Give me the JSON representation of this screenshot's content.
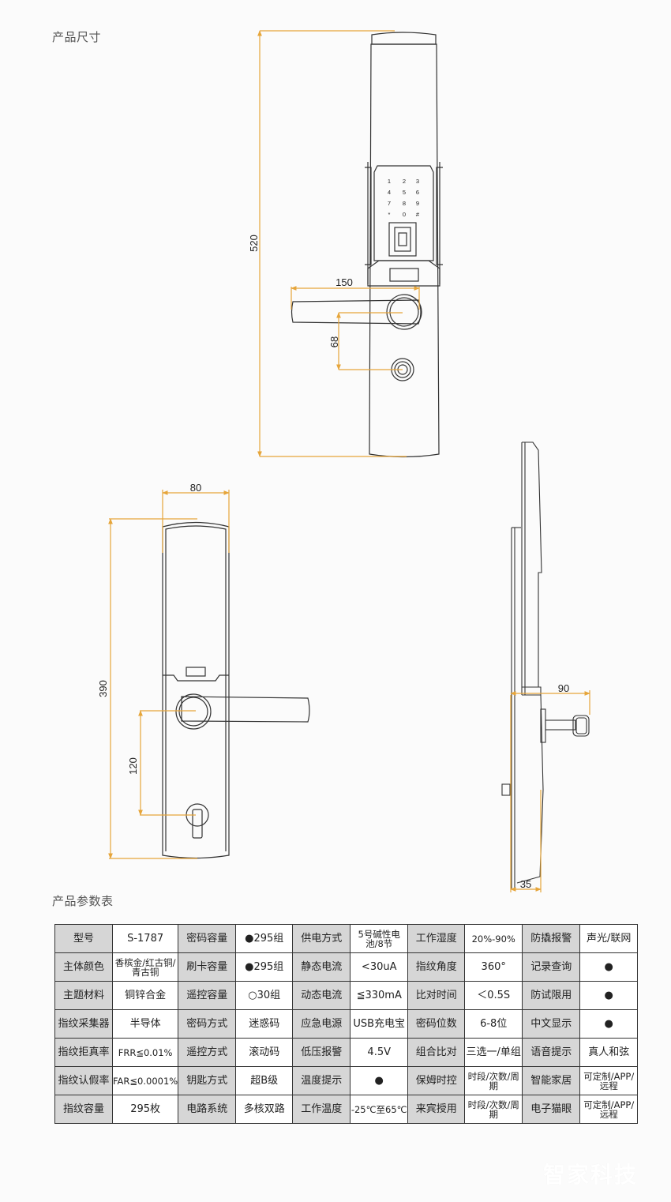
{
  "sections": {
    "dimensions_title": "产品尺寸",
    "params_title": "产品参数表"
  },
  "colors": {
    "dimension_line": "#e6a53a",
    "outline": "#333333",
    "label_cell_bg": "#d6d6d6",
    "value_cell_bg": "#ffffff"
  },
  "front_view": {
    "height_label": "520",
    "handle_length_label": "150",
    "handle_to_cylinder_label": "68",
    "keypad": [
      "1",
      "2",
      "3",
      "4",
      "5",
      "6",
      "7",
      "8",
      "9",
      "*",
      "0",
      "#"
    ]
  },
  "back_view": {
    "width_label": "80",
    "height_label": "390",
    "handle_to_knob_label": "120"
  },
  "side_view": {
    "depth_label": "90",
    "thickness_label": "35"
  },
  "params_table": {
    "rows": [
      [
        [
          "型号",
          "lbl"
        ],
        [
          "S-1787",
          "val"
        ],
        [
          "密码容量",
          "lbl"
        ],
        [
          "●295组",
          "val"
        ],
        [
          "供电方式",
          "lbl"
        ],
        [
          "5号碱性电池/8节",
          "val"
        ],
        [
          "工作湿度",
          "lbl"
        ],
        [
          "20%-90%",
          "val"
        ],
        [
          "防撬报警",
          "lbl"
        ],
        [
          "声光/联网",
          "val"
        ]
      ],
      [
        [
          "主体颜色",
          "lbl"
        ],
        [
          "香槟金/红古铜/青古铜",
          "val"
        ],
        [
          "刷卡容量",
          "lbl"
        ],
        [
          "●295组",
          "val"
        ],
        [
          "静态电流",
          "lbl"
        ],
        [
          "<30uA",
          "val"
        ],
        [
          "指纹角度",
          "lbl"
        ],
        [
          "360°",
          "val"
        ],
        [
          "记录查询",
          "lbl"
        ],
        [
          "●",
          "val"
        ]
      ],
      [
        [
          "主题材料",
          "lbl"
        ],
        [
          "铜锌合金",
          "val"
        ],
        [
          "遥控容量",
          "lbl"
        ],
        [
          "○30组",
          "val"
        ],
        [
          "动态电流",
          "lbl"
        ],
        [
          "≦330mA",
          "val"
        ],
        [
          "比对时间",
          "lbl"
        ],
        [
          "＜0.5S",
          "val"
        ],
        [
          "防试限用",
          "lbl"
        ],
        [
          "●",
          "val"
        ]
      ],
      [
        [
          "指纹采集器",
          "lbl"
        ],
        [
          "半导体",
          "val"
        ],
        [
          "密码方式",
          "lbl"
        ],
        [
          "迷惑码",
          "val"
        ],
        [
          "应急电源",
          "lbl"
        ],
        [
          "USB充电宝",
          "val"
        ],
        [
          "密码位数",
          "lbl"
        ],
        [
          "6-8位",
          "val"
        ],
        [
          "中文显示",
          "lbl"
        ],
        [
          "●",
          "val"
        ]
      ],
      [
        [
          "指纹拒真率",
          "lbl"
        ],
        [
          "FRR≦0.01%",
          "val"
        ],
        [
          "遥控方式",
          "lbl"
        ],
        [
          "滚动码",
          "val"
        ],
        [
          "低压报警",
          "lbl"
        ],
        [
          "4.5V",
          "val"
        ],
        [
          "组合比对",
          "lbl"
        ],
        [
          "三选一/单组",
          "val"
        ],
        [
          "语音提示",
          "lbl"
        ],
        [
          "真人和弦",
          "val"
        ]
      ],
      [
        [
          "指纹认假率",
          "lbl"
        ],
        [
          "FAR≦0.0001%",
          "val"
        ],
        [
          "钥匙方式",
          "lbl"
        ],
        [
          "超B级",
          "val"
        ],
        [
          "温度提示",
          "lbl"
        ],
        [
          "●",
          "val"
        ],
        [
          "保姆时控",
          "lbl"
        ],
        [
          "时段/次数/周期",
          "val"
        ],
        [
          "智能家居",
          "lbl"
        ],
        [
          "可定制/APP/远程",
          "val"
        ]
      ],
      [
        [
          "指纹容量",
          "lbl"
        ],
        [
          "295枚",
          "val"
        ],
        [
          "电路系统",
          "lbl"
        ],
        [
          "多核双路",
          "val"
        ],
        [
          "工作温度",
          "lbl"
        ],
        [
          "-25℃至65℃",
          "val"
        ],
        [
          "来宾授用",
          "lbl"
        ],
        [
          "时段/次数/周期",
          "val"
        ],
        [
          "电子猫眼",
          "lbl"
        ],
        [
          "可定制/APP/远程",
          "val"
        ]
      ]
    ]
  },
  "watermark": "智家科技"
}
